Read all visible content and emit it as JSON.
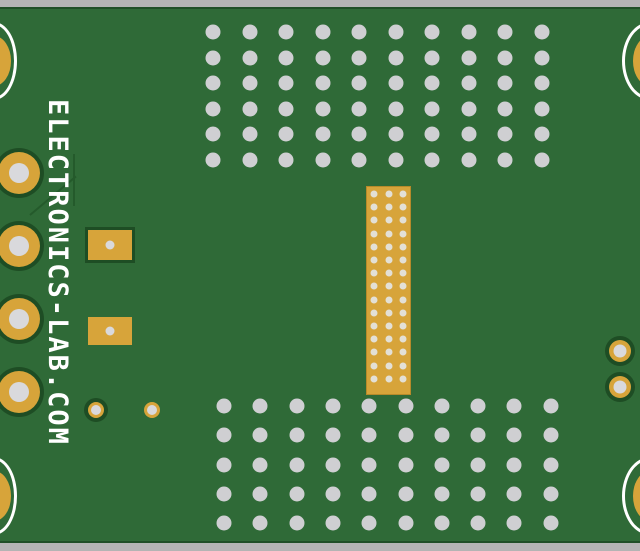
{
  "board": {
    "silkscreen_text": "ELECTRONICS-LAB.COM",
    "colors": {
      "soldermask": "#2f6a37",
      "copper": "#d7a43a",
      "drill": "#cfcfd2",
      "silkscreen": "#ffffff",
      "background": "#b4b4b4"
    },
    "via_grid_top": {
      "cols": 10,
      "rows": 6
    },
    "via_grid_bottom": {
      "cols": 10,
      "rows": 5
    },
    "pin_header": {
      "cols": 3,
      "rows": 15
    },
    "left_connector_pads": 4,
    "smd_pads": 2,
    "mounting_holes": 4
  }
}
